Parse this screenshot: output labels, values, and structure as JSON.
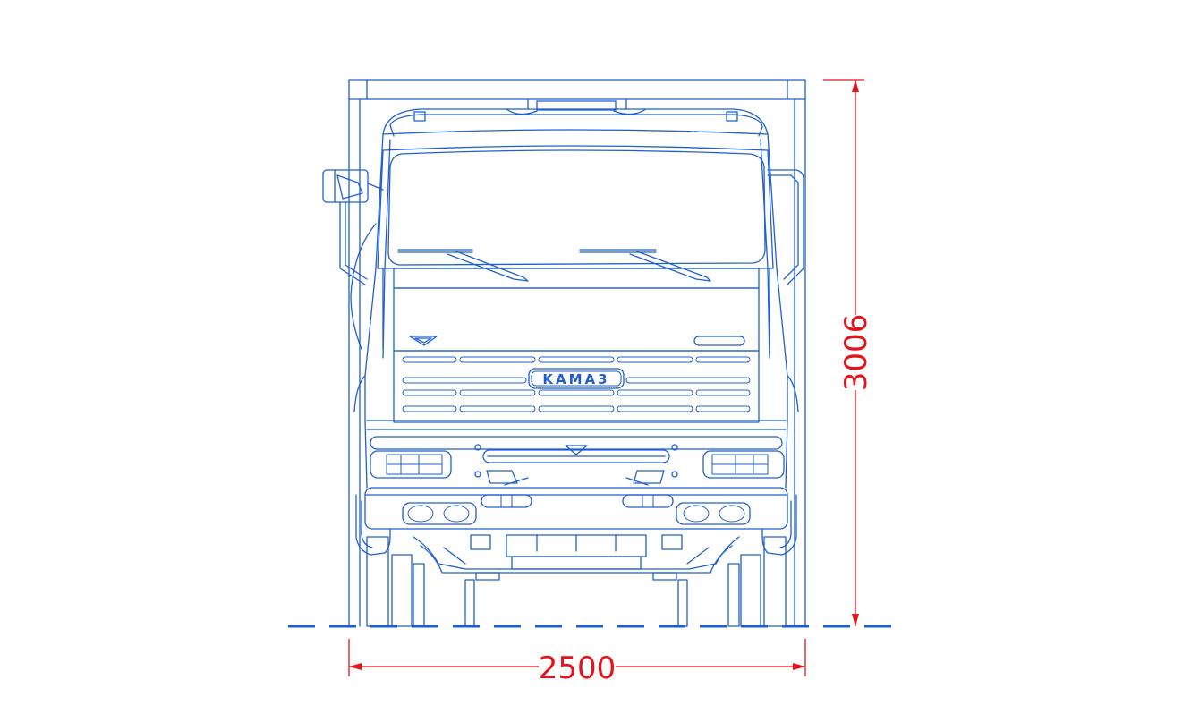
{
  "dimensions": {
    "width_value": "2500",
    "height_value": "3006"
  },
  "vehicle": {
    "logo_text": "KAMA3"
  },
  "colors": {
    "outline": "#1f5fd1",
    "dimension": "#e3141c",
    "ground": "#1f5fd1",
    "background": "#ffffff"
  }
}
